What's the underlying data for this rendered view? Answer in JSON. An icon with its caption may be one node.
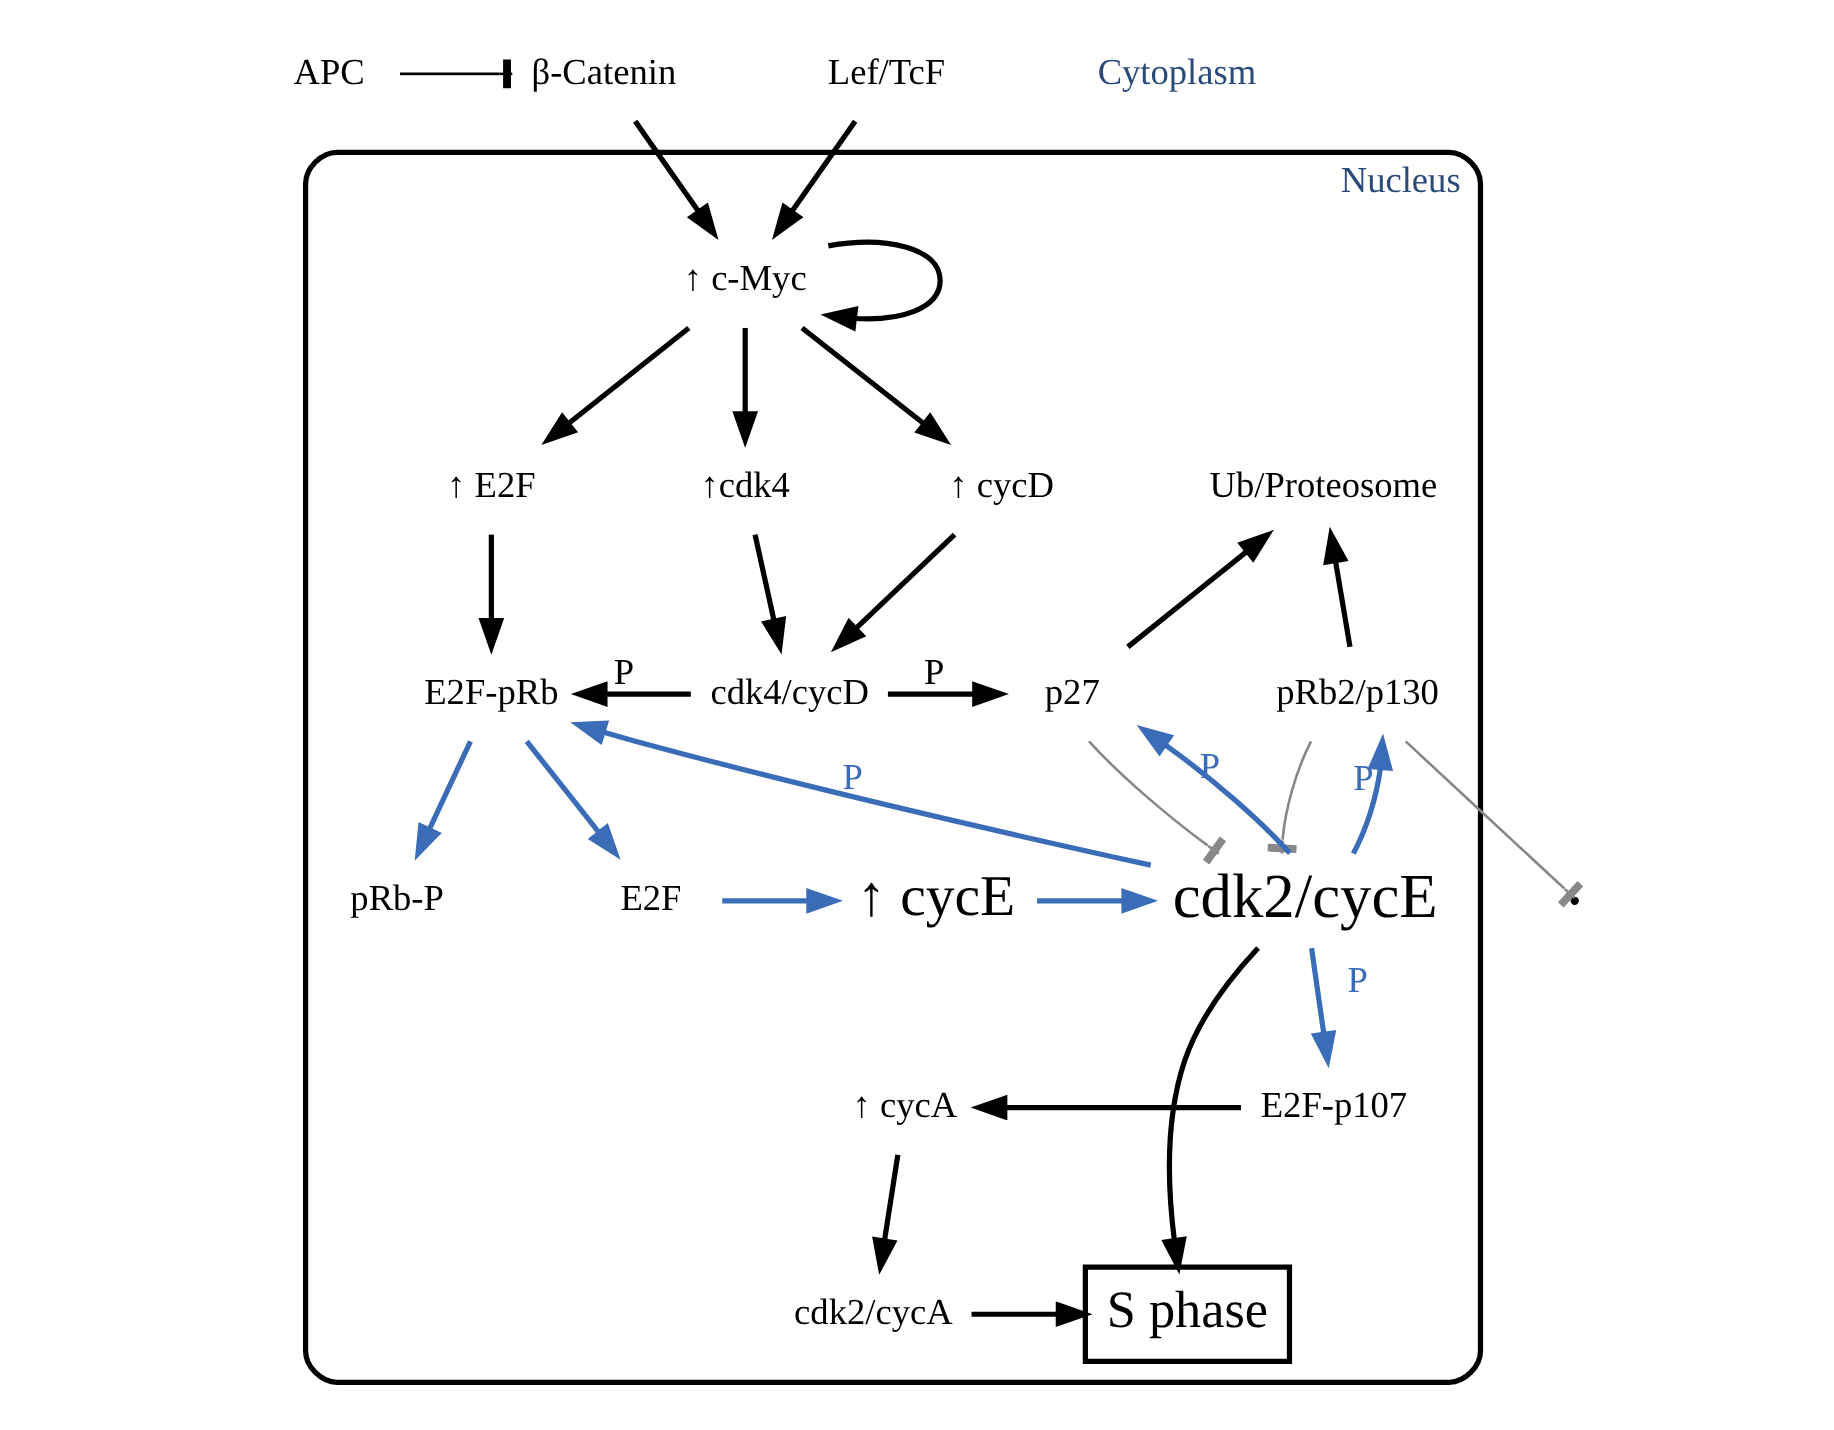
{
  "diagram": {
    "nodes": [
      {
        "text": [
          "Nucleus"
        ]
      },
      {
        "text": [
          "APC"
        ]
      },
      {
        "text": [
          "β-Catenin"
        ]
      },
      {
        "text": [
          "Lef/TcF"
        ]
      },
      {
        "text": [
          "↑ c-Myc"
        ],
        "in": 0
      },
      {
        "text": [
          "↑ E2F"
        ],
        "in": 0
      },
      {
        "text": [
          "↑cdk4"
        ],
        "in": 0
      },
      {
        "text": [
          "↑ cycD"
        ],
        "in": 0
      },
      {
        "text": [
          "E2F-pRb"
        ],
        "in": 0
      },
      {
        "text": [
          "cdk4/cycD"
        ],
        "in": 0
      },
      {
        "text": [
          "Ub/Proteosome"
        ],
        "in": 0
      },
      {
        "text": [
          "p27"
        ],
        "in": 0
      },
      {
        "text": [
          "pRb2/p130"
        ],
        "in": 0
      },
      {
        "text": [
          "pRb-P"
        ],
        "in": 0
      },
      {
        "text": [
          "E2F"
        ],
        "in": 0
      },
      {
        "text": [
          "↑ cycE"
        ],
        "in": 0
      },
      {
        "text": [
          "cdk2/cycE"
        ],
        "in": 0
      },
      {
        "text": [
          "↑ cycA"
        ],
        "in": 0
      },
      {
        "text": [
          "E2F-p107"
        ],
        "in": 0
      },
      {
        "text": [
          "cdk2/cycA"
        ],
        "in": 0
      },
      {
        "text": [
          "S phase"
        ],
        "in": 0
      }
    ],
    "edges": [
      {
        "from": 1,
        "to": 2,
        "arrow": "other"
      },
      {
        "from": 2,
        "to": 4,
        "arrow": "to"
      },
      {
        "from": 3,
        "to": 4,
        "arrow": "to"
      },
      {
        "from": 4,
        "to": 4,
        "arrow": "to"
      },
      {
        "from": 4,
        "to": 5,
        "arrow": "to"
      },
      {
        "from": 4,
        "to": 6,
        "arrow": "to"
      },
      {
        "from": 4,
        "to": 7,
        "arrow": "to"
      },
      {
        "from": 5,
        "to": 8,
        "arrow": "to"
      },
      {
        "from": 6,
        "to": 9,
        "arrow": "to"
      },
      {
        "from": 7,
        "to": 9,
        "arrow": "to"
      },
      {
        "from": 9,
        "to": 8,
        "arrow": "to",
        "label": "P"
      },
      {
        "from": 9,
        "to": 11,
        "arrow": "to",
        "label": "P"
      },
      {
        "from": 11,
        "to": 10,
        "arrow": "to"
      },
      {
        "from": 12,
        "to": 10,
        "arrow": "to"
      },
      {
        "from": 11,
        "to": 16,
        "arrow": "other",
        "color": "#888888"
      },
      {
        "from": 12,
        "to": null,
        "arrow": "other",
        "color": "#888888"
      },
      {
        "from": 12,
        "to": 16,
        "arrow": "other",
        "color": "#888888"
      },
      {
        "from": 16,
        "to": 11,
        "arrow": "to",
        "label": "P",
        "color": "#3b6cb7"
      },
      {
        "from": 16,
        "to": 8,
        "arrow": "to",
        "label": "P",
        "color": "#3b6cb7"
      },
      {
        "from": 8,
        "to": 13,
        "arrow": "to",
        "color": "#3b6cb7"
      },
      {
        "from": 8,
        "to": 14,
        "arrow": "to",
        "color": "#3b6cb7"
      },
      {
        "from": 14,
        "to": 15,
        "arrow": "to",
        "color": "#3b6cb7"
      },
      {
        "from": 15,
        "to": 16,
        "arrow": "to",
        "color": "#3b6cb7"
      },
      {
        "from": 16,
        "to": 12,
        "arrow": "to",
        "label": "P",
        "color": "#3b6cb7"
      },
      {
        "from": 16,
        "to": 18,
        "arrow": "to",
        "label": "P",
        "color": "#3b6cb7"
      },
      {
        "from": 16,
        "to": 20,
        "arrow": "to"
      },
      {
        "from": 18,
        "to": 17,
        "arrow": "to"
      },
      {
        "from": 17,
        "to": 19,
        "arrow": "to"
      },
      {
        "from": 19,
        "to": 20,
        "arrow": "to"
      }
    ],
    "labels": [
      "Cytoplasm"
    ]
  }
}
